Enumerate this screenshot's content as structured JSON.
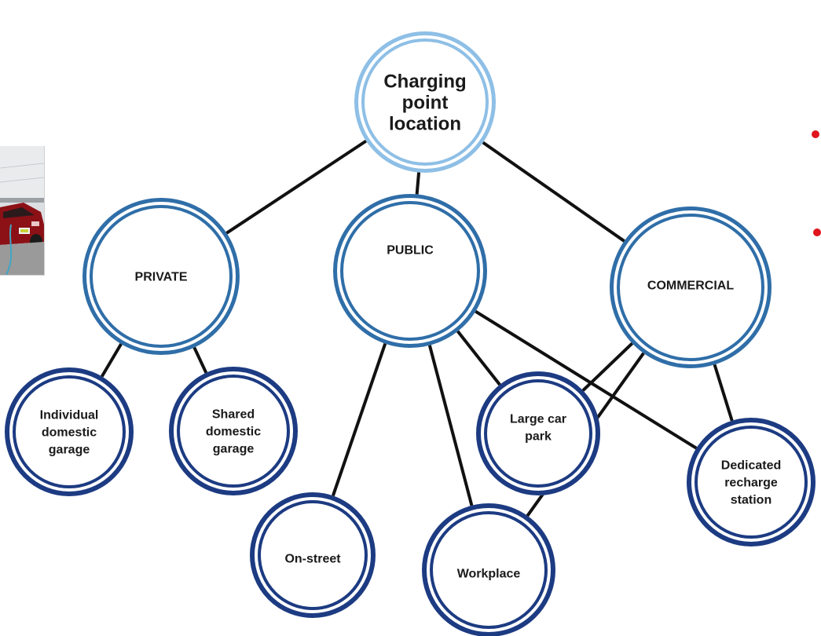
{
  "colors": {
    "root_ring": "#8ebfe6",
    "level1_ring": "#2f6ea8",
    "level2_ring": "#1c3b82",
    "connector": "#111111",
    "bullet": "#e0141e"
  },
  "diagram": {
    "root": {
      "lines": [
        "Charging",
        "point",
        "location"
      ]
    },
    "categories": [
      {
        "id": "private",
        "lines": [
          "PRIVATE"
        ]
      },
      {
        "id": "public",
        "lines": [
          "PUBLIC"
        ]
      },
      {
        "id": "commercial",
        "lines": [
          "COMMERCIAL"
        ]
      }
    ],
    "locations": [
      {
        "id": "individual",
        "lines": [
          "Individual",
          "domestic",
          "garage"
        ]
      },
      {
        "id": "shared",
        "lines": [
          "Shared",
          "domestic",
          "garage"
        ]
      },
      {
        "id": "largecar",
        "lines": [
          "Large car",
          "park"
        ]
      },
      {
        "id": "dedicated",
        "lines": [
          "Dedicated",
          "recharge",
          "station"
        ]
      },
      {
        "id": "onstreet",
        "lines": [
          "On-street"
        ]
      },
      {
        "id": "workplace",
        "lines": [
          "Workplace"
        ]
      }
    ],
    "links": [
      [
        "root",
        "private"
      ],
      [
        "root",
        "public"
      ],
      [
        "root",
        "commercial"
      ],
      [
        "private",
        "individual"
      ],
      [
        "private",
        "shared"
      ],
      [
        "public",
        "onstreet"
      ],
      [
        "public",
        "workplace"
      ],
      [
        "public",
        "largecar"
      ],
      [
        "public",
        "dedicated"
      ],
      [
        "commercial",
        "largecar"
      ],
      [
        "commercial",
        "dedicated"
      ],
      [
        "commercial",
        "workplace"
      ]
    ]
  },
  "photo": {
    "subject": "car-charging-photo"
  }
}
